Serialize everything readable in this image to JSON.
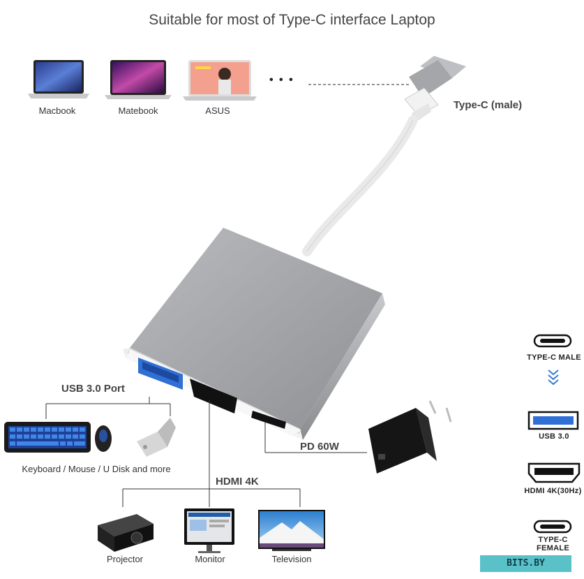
{
  "headline": "Suitable for most of Type-C interface Laptop",
  "laptops": [
    {
      "label": "Macbook"
    },
    {
      "label": "Matebook"
    },
    {
      "label": "ASUS"
    }
  ],
  "more_dots": "• • •",
  "callouts": {
    "typec_male": "Type-C (male)",
    "usb_port": "USB 3.0 Port",
    "usb_devices": "Keyboard / Mouse / U Disk and more",
    "pd": "PD 60W",
    "hdmi": "HDMI 4K"
  },
  "displays": [
    {
      "label": "Projector"
    },
    {
      "label": "Monitor"
    },
    {
      "label": "Television"
    }
  ],
  "port_legend": [
    {
      "label": "TYPE-C MALE"
    },
    {
      "label": "USB 3.0"
    },
    {
      "label": "HDMI 4K(30Hz)"
    },
    {
      "label": "TYPE-C FEMALE"
    }
  ],
  "watermark": "BITS.BY",
  "colors": {
    "adapter_gray": "#9a9c9f",
    "usb_blue": "#2f6fd6",
    "arrow_blue": "#3a7bd5",
    "watermark_bg": "#5bc1c8"
  }
}
